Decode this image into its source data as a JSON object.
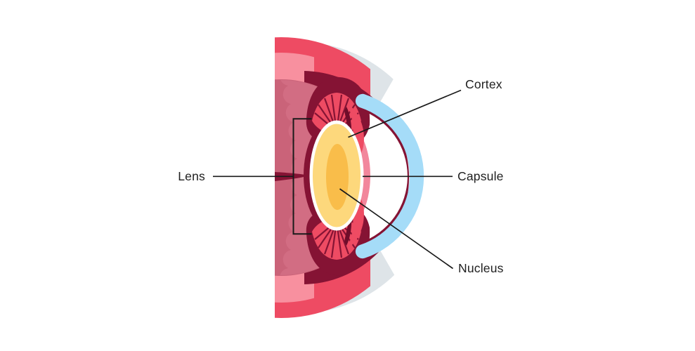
{
  "diagram": {
    "labels": {
      "lens": "Lens",
      "cortex": "Cortex",
      "capsule": "Capsule",
      "nucleus": "Nucleus"
    },
    "colors": {
      "sclera_gray": "#dee4e8",
      "choroid_red": "#ee4b63",
      "membrane_pink": "#f8909f",
      "deep_maroon": "#851334",
      "iris_shadow_maroon": "#6f0d2a",
      "vitreous_mauve": "#ca6379",
      "vitreous_light": "#d26d83",
      "iris_back_pink": "#f2879c",
      "lens_capsule_white": "#ffffff",
      "lens_cortex_yellow": "#fdd87c",
      "lens_nucleus_orange": "#f9bd4a",
      "cornea_blue": "#a5dcf8",
      "chamber_white": "#ffffff",
      "annotation_dark": "#1a1a1a"
    }
  }
}
